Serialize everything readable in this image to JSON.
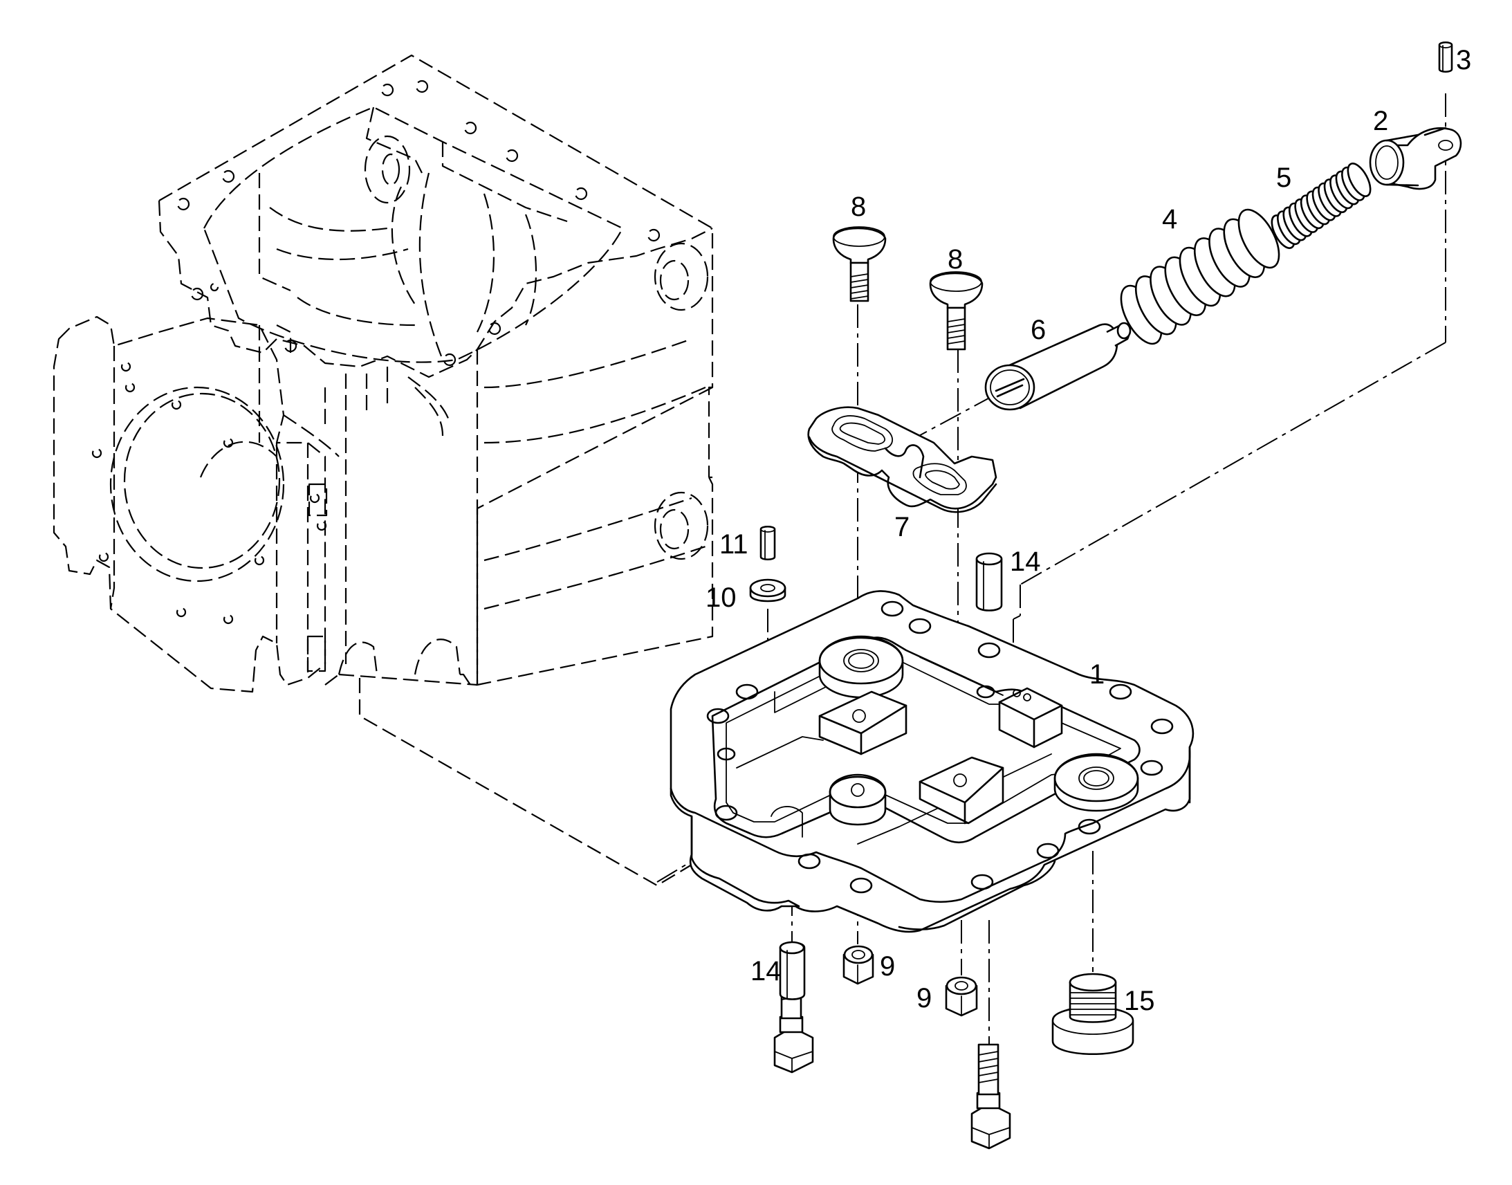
{
  "callouts": [
    {
      "id": "housing-cover",
      "label": "1"
    },
    {
      "id": "valve-sleeve",
      "label": "2"
    },
    {
      "id": "sleeve-pin",
      "label": "3"
    },
    {
      "id": "outer-spring",
      "label": "4"
    },
    {
      "id": "inner-spring",
      "label": "5"
    },
    {
      "id": "valve-piston",
      "label": "6"
    },
    {
      "id": "retaining-plate",
      "label": "7"
    },
    {
      "id": "bolt-left",
      "label": "8"
    },
    {
      "id": "bolt-right",
      "label": "8"
    },
    {
      "id": "nut-left",
      "label": "9"
    },
    {
      "id": "nut-right",
      "label": "9"
    },
    {
      "id": "washer",
      "label": "10"
    },
    {
      "id": "small-pin",
      "label": "11"
    },
    {
      "id": "dowel-sleeve-top",
      "label": "14"
    },
    {
      "id": "dowel-sleeve-bottom",
      "label": "14"
    },
    {
      "id": "drain-plug",
      "label": "15"
    }
  ]
}
